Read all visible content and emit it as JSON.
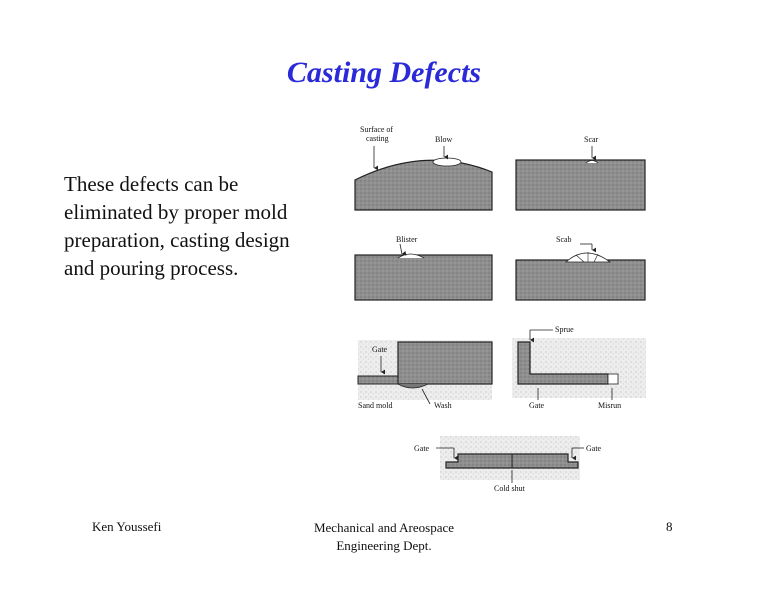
{
  "slide": {
    "title": "Casting Defects",
    "body_lines": [
      "These defects can be",
      "eliminated by proper mold",
      "preparation, casting design",
      "and pouring process."
    ]
  },
  "figure": {
    "labels": {
      "surface_of_casting_1": "Surface of",
      "surface_of_casting_2": "casting",
      "blow": "Blow",
      "scar": "Scar",
      "blister": "Blister",
      "scab": "Scab",
      "gate_a": "Gate",
      "sand_mold": "Sand mold",
      "wash": "Wash",
      "sprue": "Sprue",
      "gate_b": "Gate",
      "misrun": "Misrun",
      "gate_c": "Gate",
      "gate_d": "Gate",
      "cold_shut": "Cold shut"
    },
    "colors": {
      "casting_fill": "#8f8f8f",
      "sand_fill": "#e4e4e4",
      "outline": "#222222"
    }
  },
  "footer": {
    "left": "Ken Youssefi",
    "center_line1": "Mechanical and Areospace",
    "center_line2": "Engineering Dept.",
    "page_number": "8"
  }
}
